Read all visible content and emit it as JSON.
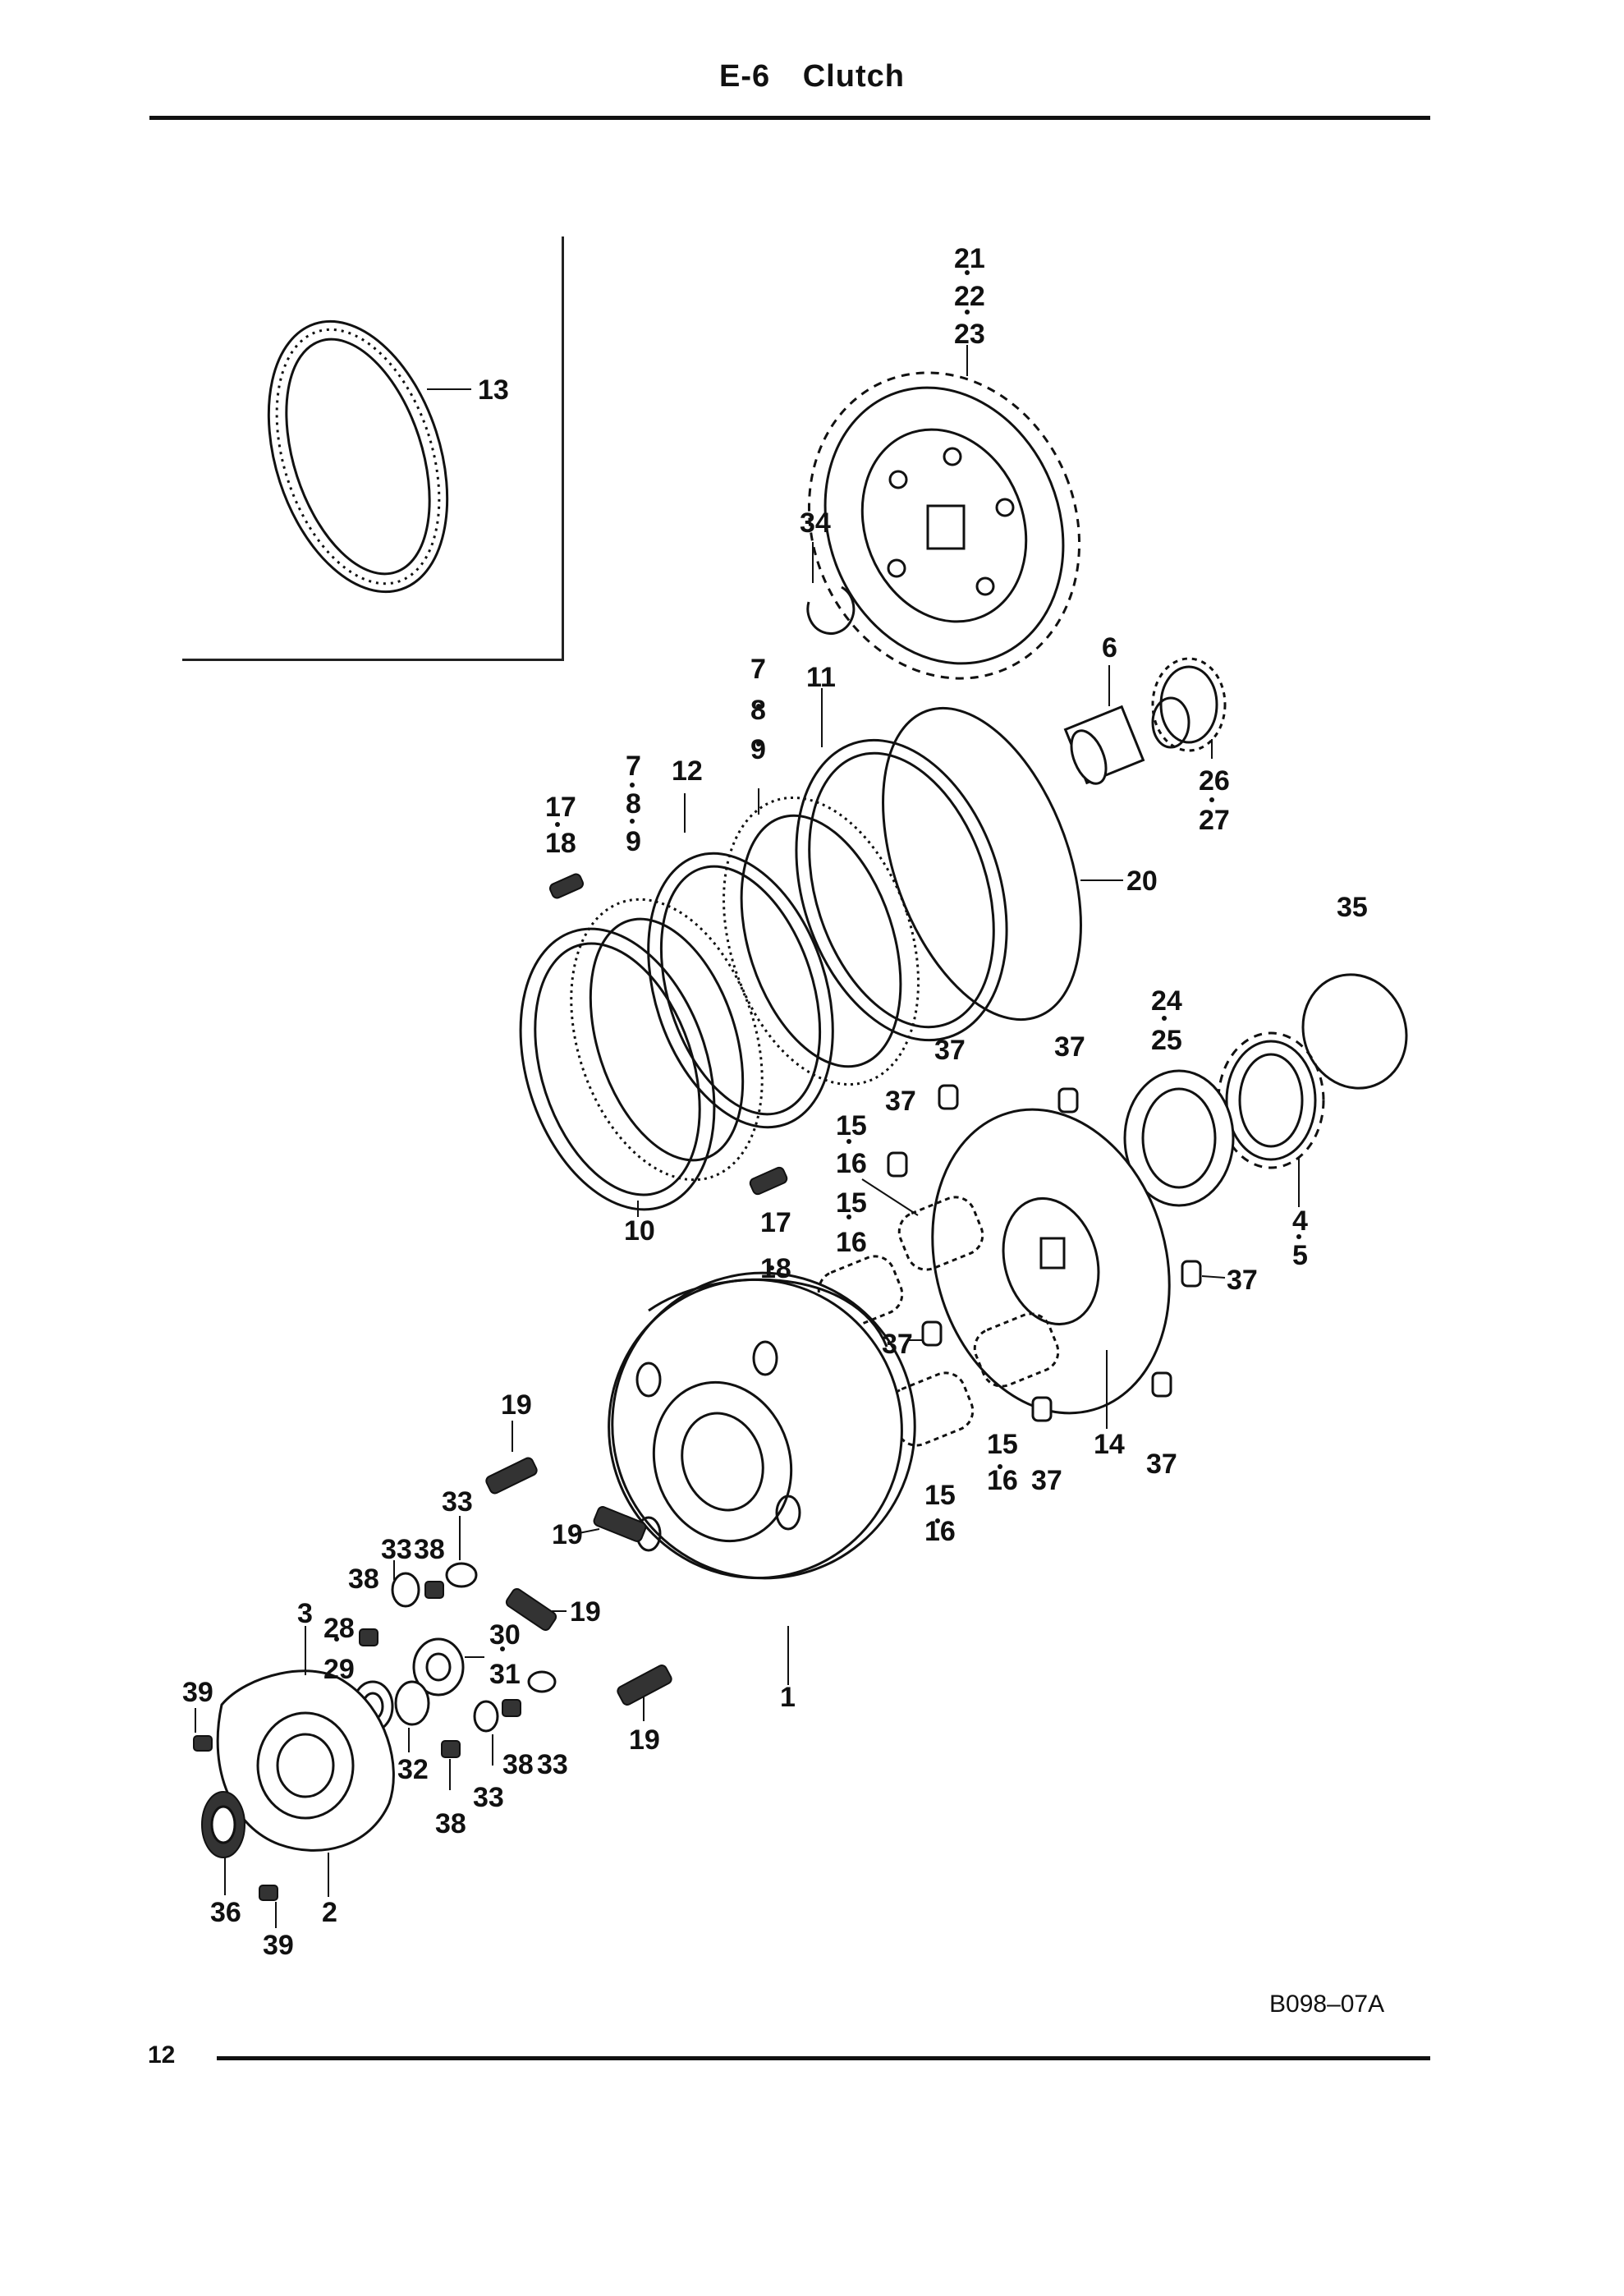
{
  "header": {
    "section": "E-6",
    "title": "Clutch"
  },
  "reference_code": "B098–07A",
  "page_number": "12",
  "callouts": {
    "c13": "13",
    "c21": "21",
    "c22": "22",
    "c23": "23",
    "c34": "34",
    "c6": "6",
    "c26": "26",
    "c27": "27",
    "c7a": "7",
    "c8a": "8",
    "c9a": "9",
    "c11": "11",
    "c7b": "7",
    "c8b": "8",
    "c9b": "9",
    "c12": "12",
    "c17a": "17",
    "c18a": "18",
    "c20": "20",
    "c35": "35",
    "c24": "24",
    "c25": "25",
    "c37a": "37",
    "c37b": "37",
    "c37c": "37",
    "c37d": "37",
    "c37e": "37",
    "c37f": "37",
    "c37g": "37",
    "c15a": "15",
    "c16a": "16",
    "c15b": "15",
    "c16b": "16",
    "c15c": "15",
    "c16c": "16",
    "c15d": "15",
    "c16d": "16",
    "c10": "10",
    "c17b": "17",
    "c18b": "18",
    "c4": "4",
    "c5": "5",
    "c14": "14",
    "c19a": "19",
    "c19b": "19",
    "c19c": "19",
    "c19d": "19",
    "c33a": "33",
    "c33b": "33",
    "c38a": "38",
    "c38b": "38",
    "c3": "3",
    "c28": "28",
    "c29": "29",
    "c30": "30",
    "c31": "31",
    "c1": "1",
    "c39a": "39",
    "c39b": "39",
    "c32": "32",
    "c38c": "38",
    "c33c": "33",
    "c38d": "38",
    "c33d": "33",
    "c36": "36",
    "c2": "2"
  }
}
